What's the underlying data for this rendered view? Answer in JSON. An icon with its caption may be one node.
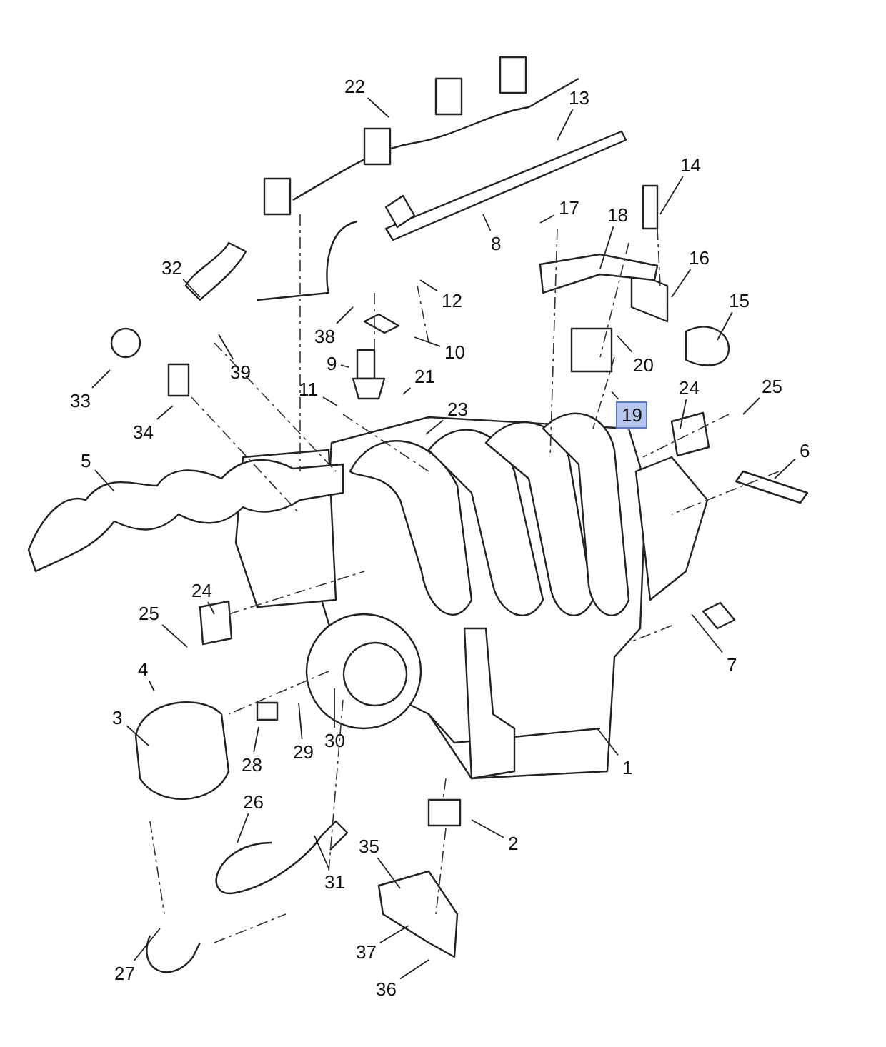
{
  "diagram": {
    "nodes": [
      {
        "text": [
          "22"
        ]
      },
      {
        "text": [
          "13"
        ]
      },
      {
        "text": [
          "14"
        ]
      },
      {
        "text": [
          "17"
        ]
      },
      {
        "text": [
          "18"
        ]
      },
      {
        "text": [
          "8"
        ]
      },
      {
        "text": [
          "16"
        ]
      },
      {
        "text": [
          "32"
        ]
      },
      {
        "text": [
          "12"
        ]
      },
      {
        "text": [
          "15"
        ]
      },
      {
        "text": [
          "38"
        ]
      },
      {
        "text": [
          "10"
        ]
      },
      {
        "text": [
          "20"
        ]
      },
      {
        "text": [
          "9"
        ]
      },
      {
        "text": [
          "21"
        ]
      },
      {
        "text": [
          "39"
        ]
      },
      {
        "text": [
          "33"
        ]
      },
      {
        "text": [
          "11"
        ]
      },
      {
        "text": [
          "25"
        ]
      },
      {
        "text": [
          "19"
        ]
      },
      {
        "text": [
          "24"
        ]
      },
      {
        "text": [
          "23"
        ]
      },
      {
        "text": [
          "34"
        ]
      },
      {
        "text": [
          "6"
        ]
      },
      {
        "text": [
          "5"
        ]
      },
      {
        "text": [
          "24"
        ]
      },
      {
        "text": [
          "25"
        ]
      },
      {
        "text": [
          "4"
        ]
      },
      {
        "text": [
          "7"
        ]
      },
      {
        "text": [
          "3"
        ]
      },
      {
        "text": [
          "28"
        ]
      },
      {
        "text": [
          "29"
        ]
      },
      {
        "text": [
          "30"
        ]
      },
      {
        "text": [
          "1"
        ]
      },
      {
        "text": [
          "26"
        ]
      },
      {
        "text": [
          "2"
        ]
      },
      {
        "text": [
          "35"
        ]
      },
      {
        "text": [
          "31"
        ]
      },
      {
        "text": [
          "37"
        ]
      },
      {
        "text": [
          "27"
        ]
      },
      {
        "text": [
          "36"
        ]
      }
    ],
    "edges": [
      {
        "from": 0,
        "to": null,
        "arrow": "none"
      },
      {
        "from": 1,
        "to": null,
        "arrow": "none"
      },
      {
        "from": 2,
        "to": null,
        "arrow": "none"
      },
      {
        "from": 3,
        "to": null,
        "arrow": "none"
      },
      {
        "from": 4,
        "to": null,
        "arrow": "none"
      },
      {
        "from": 5,
        "to": null,
        "arrow": "none"
      },
      {
        "from": 6,
        "to": null,
        "arrow": "none"
      },
      {
        "from": 7,
        "to": null,
        "arrow": "none"
      },
      {
        "from": 8,
        "to": null,
        "arrow": "none"
      },
      {
        "from": 9,
        "to": null,
        "arrow": "none"
      },
      {
        "from": 10,
        "to": null,
        "arrow": "none"
      },
      {
        "from": 11,
        "to": null,
        "arrow": "none"
      },
      {
        "from": 12,
        "to": null,
        "arrow": "none"
      },
      {
        "from": 13,
        "to": null,
        "arrow": "none"
      },
      {
        "from": 14,
        "to": null,
        "arrow": "none"
      },
      {
        "from": 15,
        "to": null,
        "arrow": "none"
      },
      {
        "from": 16,
        "to": null,
        "arrow": "none"
      },
      {
        "from": 17,
        "to": null,
        "arrow": "none"
      },
      {
        "from": 18,
        "to": null,
        "arrow": "none"
      },
      {
        "from": 19,
        "to": null,
        "arrow": "none"
      },
      {
        "from": 20,
        "to": null,
        "arrow": "none"
      },
      {
        "from": 21,
        "to": null,
        "arrow": "none"
      },
      {
        "from": 22,
        "to": null,
        "arrow": "none"
      },
      {
        "from": 23,
        "to": null,
        "arrow": "none"
      },
      {
        "from": 24,
        "to": null,
        "arrow": "none"
      },
      {
        "from": 25,
        "to": null,
        "arrow": "none"
      },
      {
        "from": 26,
        "to": null,
        "arrow": "none"
      },
      {
        "from": 27,
        "to": null,
        "arrow": "none"
      },
      {
        "from": 28,
        "to": null,
        "arrow": "none"
      },
      {
        "from": 29,
        "to": null,
        "arrow": "none"
      },
      {
        "from": 30,
        "to": null,
        "arrow": "none"
      },
      {
        "from": 31,
        "to": null,
        "arrow": "none"
      },
      {
        "from": 32,
        "to": null,
        "arrow": "none"
      },
      {
        "from": 33,
        "to": null,
        "arrow": "none"
      },
      {
        "from": 34,
        "to": null,
        "arrow": "none"
      },
      {
        "from": 35,
        "to": null,
        "arrow": "none"
      },
      {
        "from": 36,
        "to": null,
        "arrow": "none"
      },
      {
        "from": 37,
        "to": null,
        "arrow": "none"
      },
      {
        "from": 38,
        "to": null,
        "arrow": "none"
      },
      {
        "from": 39,
        "to": null,
        "arrow": "none"
      },
      {
        "from": 40,
        "to": null,
        "arrow": "none"
      }
    ]
  }
}
